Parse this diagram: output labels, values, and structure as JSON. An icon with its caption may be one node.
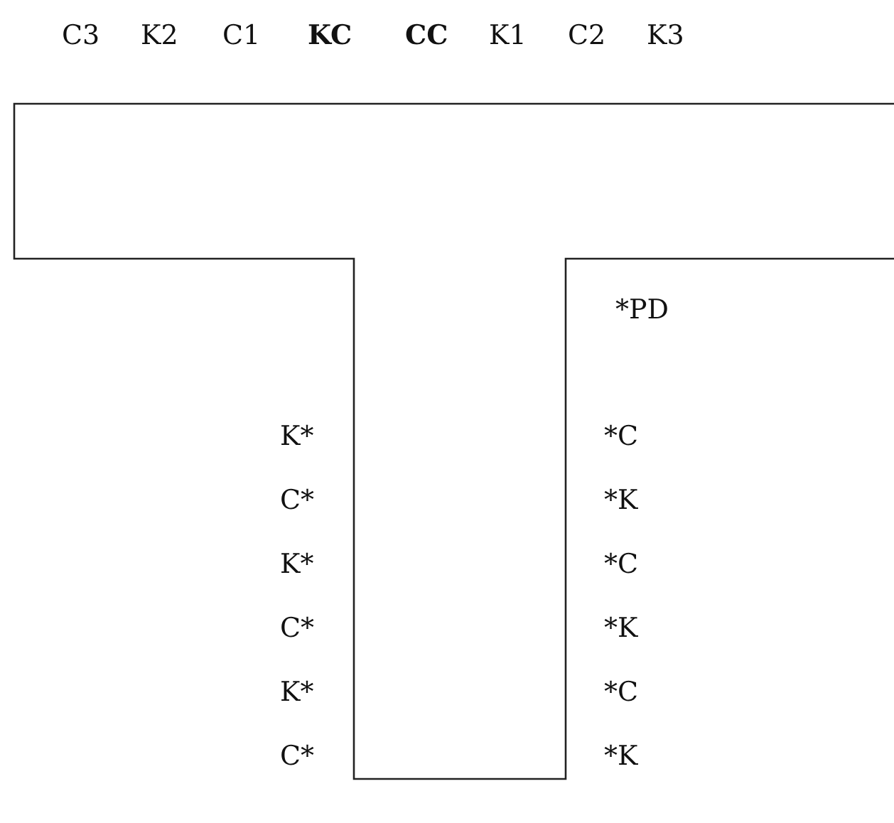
{
  "diagram": {
    "labels": [
      "C3",
      "K2",
      "C1",
      "KC",
      "CC",
      "K1",
      "C2",
      "K3",
      "*PD",
      "K*",
      "*C",
      "C*",
      "*K",
      "K*",
      "*C",
      "C*",
      "*K",
      "K*",
      "*C",
      "C*",
      "*K"
    ]
  }
}
